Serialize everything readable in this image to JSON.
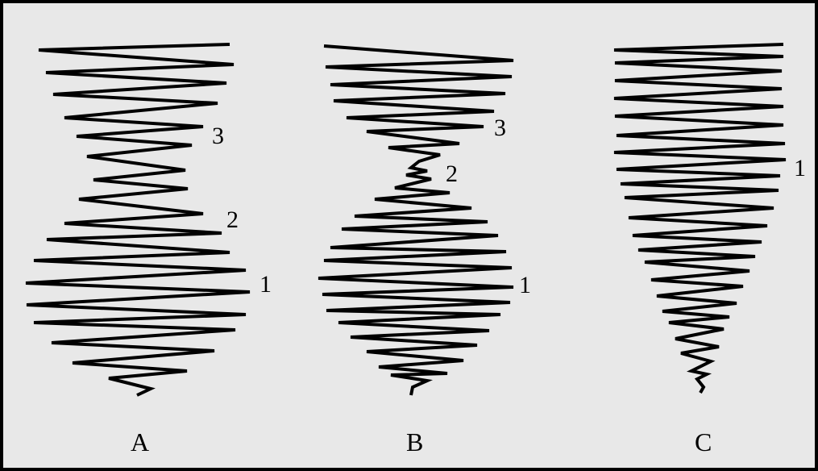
{
  "panels": [
    {
      "id": "A",
      "label": "A",
      "marks": [
        {
          "label": "3",
          "level": 3
        },
        {
          "label": "2",
          "level": 2
        },
        {
          "label": "1",
          "level": 1
        }
      ]
    },
    {
      "id": "B",
      "label": "B",
      "marks": [
        {
          "label": "3",
          "level": 3
        },
        {
          "label": "2",
          "level": 2
        },
        {
          "label": "1",
          "level": 1
        }
      ]
    },
    {
      "id": "C",
      "label": "C",
      "marks": [
        {
          "label": "1",
          "level": 1
        }
      ]
    }
  ],
  "colors": {
    "background": "#e8e8e8",
    "stroke": "#000000",
    "border": "#000000"
  }
}
